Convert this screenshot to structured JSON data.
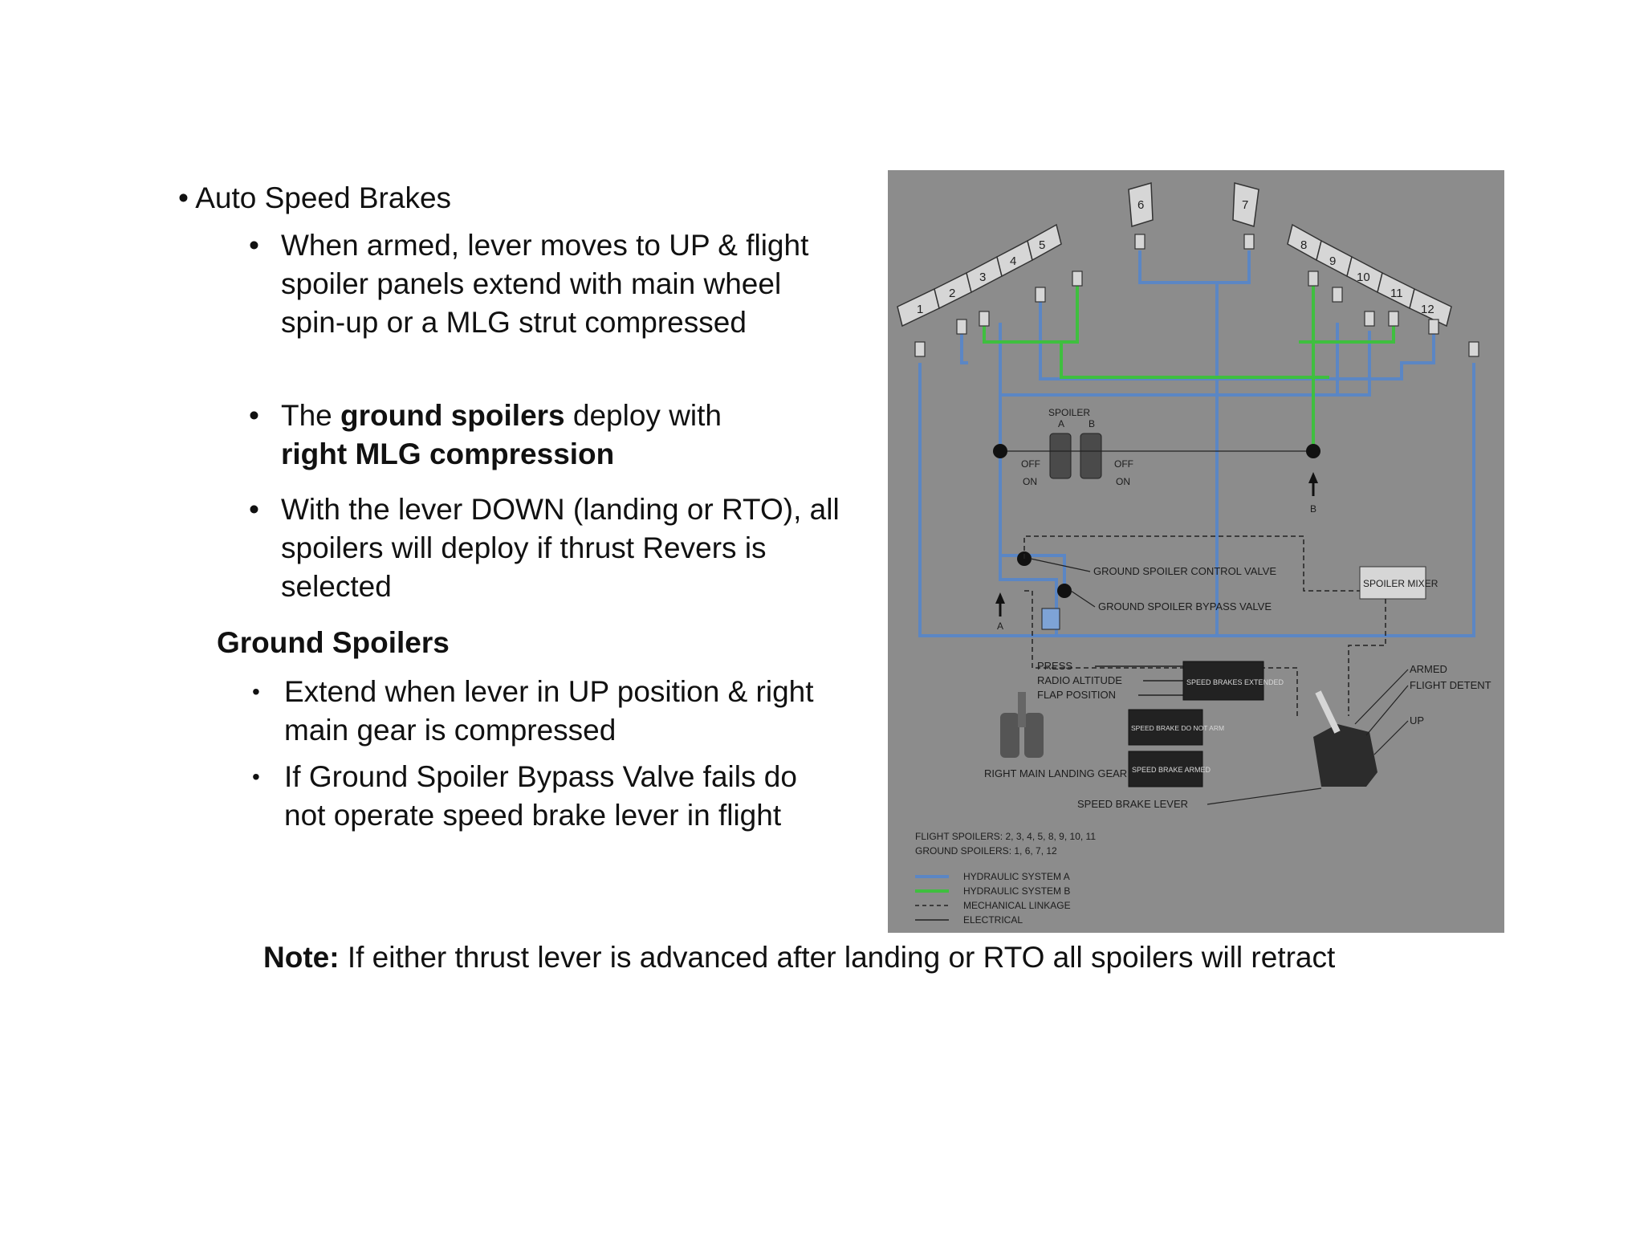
{
  "auto_speed_brakes": {
    "title": "Auto Speed Brakes",
    "bullet1": "When armed, lever moves to UP & flight spoiler panels extend with main wheel spin-up or a MLG strut compressed",
    "bullet2_pre": "The ",
    "bullet2_bold1": "ground spoilers",
    "bullet2_mid": " deploy with ",
    "bullet2_bold2": "right MLG compression",
    "bullet3": "With the lever DOWN (landing or RTO), all spoilers will deploy if  thrust Revers is selected"
  },
  "ground_spoilers": {
    "title": "Ground Spoilers",
    "bullet1": "Extend when lever in UP position & right main gear is compressed",
    "bullet2": "If Ground Spoiler Bypass Valve fails do not operate speed brake lever in flight"
  },
  "note": {
    "label": "Note:",
    "text": " If either thrust lever is advanced after landing or RTO all spoilers will retract"
  },
  "diagram": {
    "panels": [
      "1",
      "2",
      "3",
      "4",
      "5",
      "6",
      "7",
      "8",
      "9",
      "10",
      "11",
      "12"
    ],
    "spoiler_switch": {
      "title": "SPOILER",
      "a": "A",
      "b": "B",
      "off": "OFF",
      "on": "ON"
    },
    "arrow_a": "A",
    "arrow_b": "B",
    "gsc_valve": "GROUND SPOILER CONTROL VALVE",
    "gsb_valve": "GROUND SPOILER BYPASS VALVE",
    "spoiler_mixer": "SPOILER MIXER",
    "press": "PRESS",
    "radio_altitude": "RADIO ALTITUDE",
    "flap_position": "FLAP POSITION",
    "speed_brakes_extended": "SPEED BRAKES EXTENDED",
    "speed_brake_do_not_arm": "SPEED BRAKE DO NOT ARM",
    "speed_brake_armed": "SPEED BRAKE ARMED",
    "right_main_landing_gear": "RIGHT MAIN LANDING GEAR",
    "speed_brake_lever": "SPEED BRAKE LEVER",
    "armed": "ARMED",
    "flight_detent": "FLIGHT DETENT",
    "up": "UP",
    "flight_spoilers": "FLIGHT SPOILERS: 2, 3, 4, 5, 8, 9, 10, 11",
    "ground_spoilers": "GROUND SPOILERS: 1, 6, 7, 12",
    "legend": [
      "HYDRAULIC SYSTEM A",
      "HYDRAULIC SYSTEM B",
      "MECHANICAL LINKAGE",
      "ELECTRICAL"
    ],
    "colors": {
      "system_a": "#5b86c4",
      "system_b": "#3fbf3f",
      "background": "#8c8c8c"
    }
  }
}
